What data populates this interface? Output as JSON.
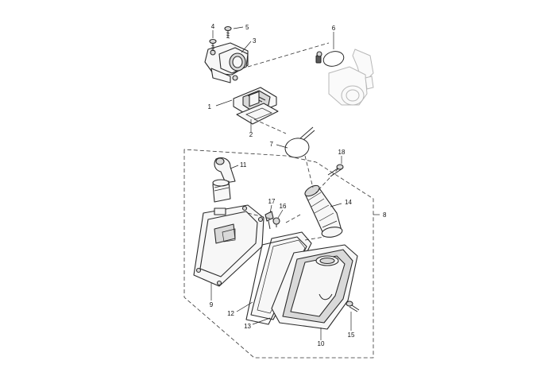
{
  "callouts": {
    "c1": "1",
    "c2": "2",
    "c3": "3",
    "c4": "4",
    "c5": "5",
    "c6": "6",
    "c7": "7",
    "c8": "8",
    "c9": "9",
    "c10": "10",
    "c11": "11",
    "c12": "12",
    "c13": "13",
    "c14": "14",
    "c15": "15",
    "c16": "16",
    "c17": "17",
    "c18": "18"
  },
  "icons": {
    "manifold": "intake-manifold-icon",
    "reed_valve": "reed-valve-icon",
    "carburetor": "carburetor-icon",
    "airbox": "air-filter-case-icon",
    "cover": "air-filter-cover-icon",
    "duct": "intake-duct-icon",
    "joint": "joint-hose-icon",
    "clamp": "hose-clamp-icon",
    "screw": "screw-icon"
  }
}
